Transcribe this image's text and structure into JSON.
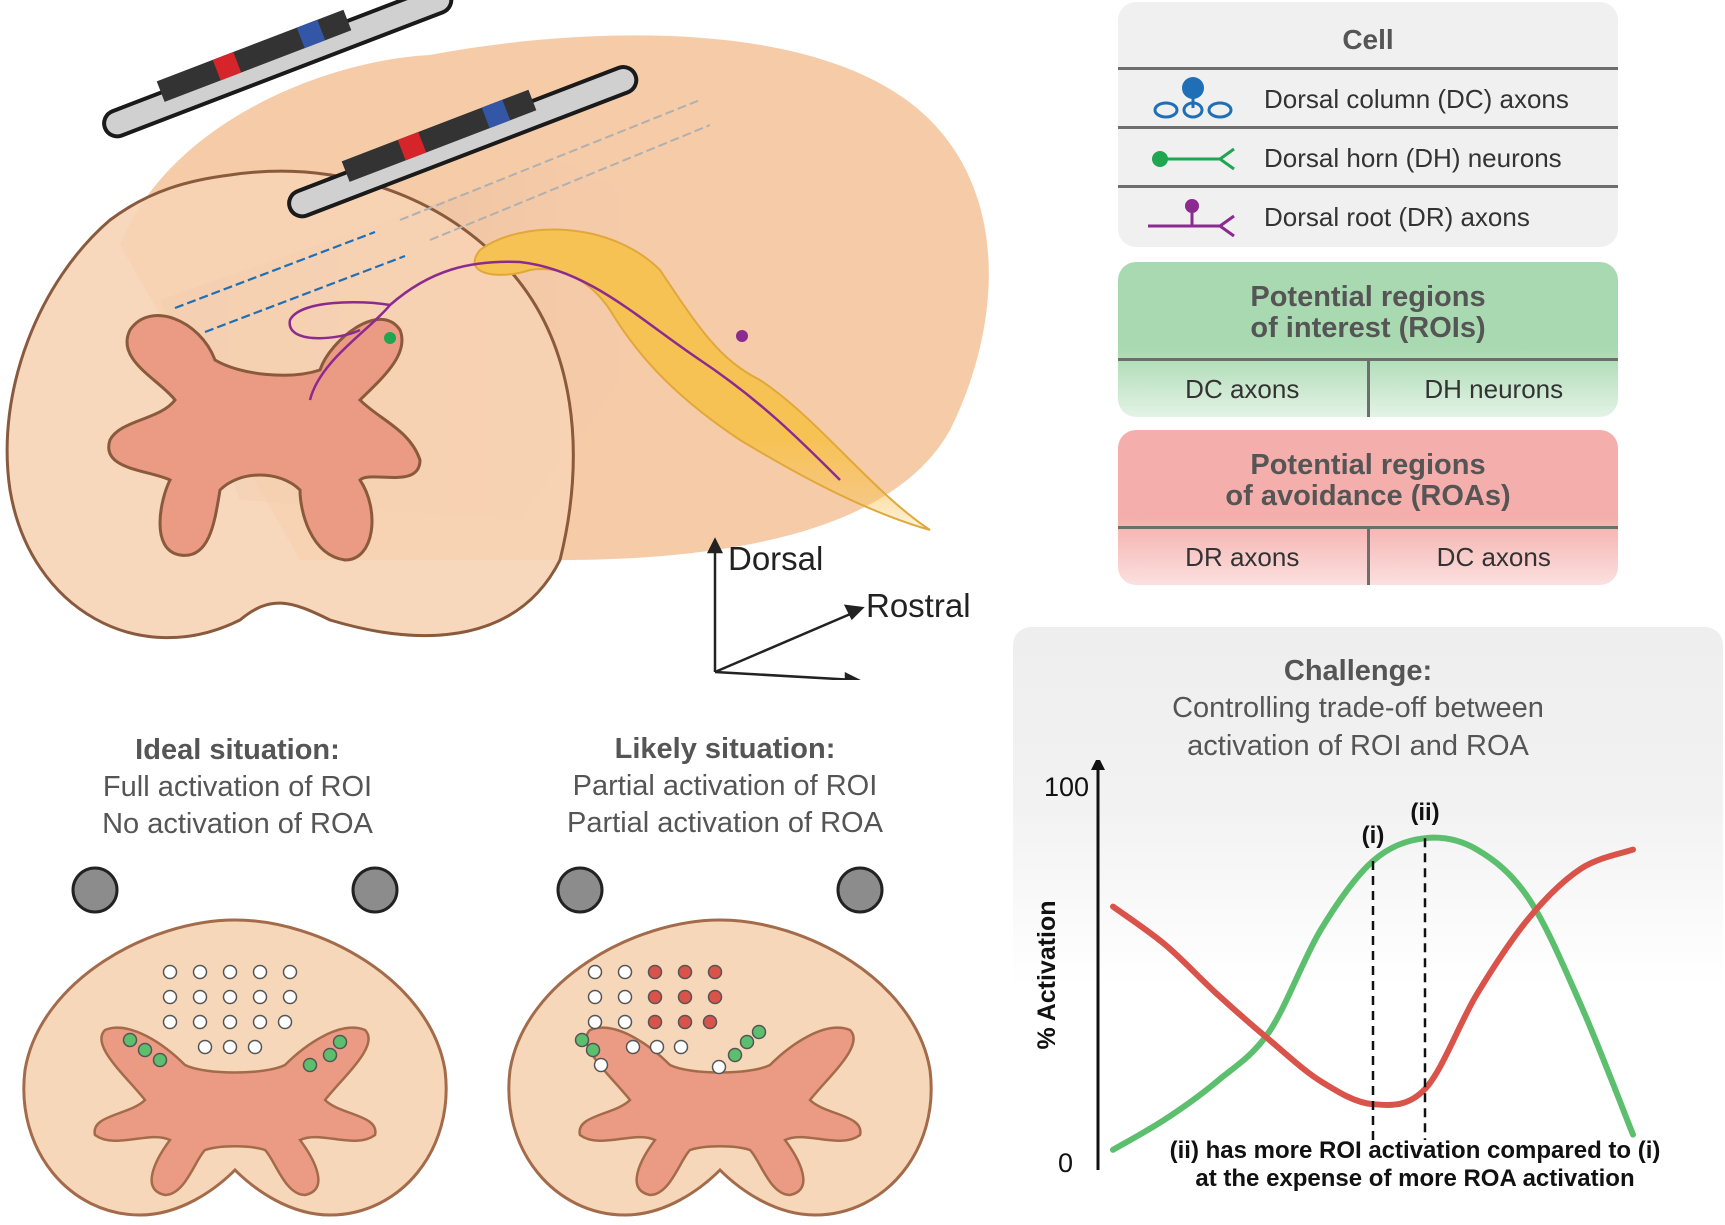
{
  "legend": {
    "title": "Cell",
    "items": [
      {
        "label": "Dorsal column (DC) axons",
        "icon": "dc-axon-icon",
        "color": "#1f6fb7"
      },
      {
        "label": "Dorsal horn (DH) neurons",
        "icon": "dh-neuron-icon",
        "color": "#1ea650"
      },
      {
        "label": "Dorsal root (DR) axons",
        "icon": "dr-axon-icon",
        "color": "#8b2a8f"
      }
    ]
  },
  "roi_box": {
    "title_line1": "Potential regions",
    "title_line2": "of interest (ROIs)",
    "cells": [
      "DC axons",
      "DH neurons"
    ]
  },
  "roa_box": {
    "title_line1": "Potential regions",
    "title_line2": "of avoidance (ROAs)",
    "cells": [
      "DR axons",
      "DC axons"
    ]
  },
  "axes": {
    "dorsal": "Dorsal",
    "rostral": "Rostral"
  },
  "ideal": {
    "title": "Ideal situation:",
    "line1": "Full activation of ROI",
    "line2": "No activation of ROA"
  },
  "likely": {
    "title": "Likely situation:",
    "line1": "Partial activation of ROI",
    "line2": "Partial activation of ROA"
  },
  "challenge": {
    "title": "Challenge:",
    "line1": "Controlling trade-off between",
    "line2": "activation of ROI and ROA",
    "caption_line1": "(ii) has more ROI activation compared to (i)",
    "caption_line2": "at the expense of more ROA activation"
  },
  "chart_data": {
    "type": "line",
    "ylabel": "% Activation",
    "ylim": [
      0,
      100
    ],
    "y_ticks": [
      "0",
      "100"
    ],
    "series": [
      {
        "color": "#5cbf6e",
        "x": [
          0,
          10,
          20,
          30,
          40,
          50,
          60,
          70,
          80,
          90,
          100
        ],
        "values": [
          4,
          12,
          22,
          35,
          62,
          80,
          86,
          83,
          70,
          42,
          8
        ]
      },
      {
        "color": "#d9534b",
        "x": [
          0,
          10,
          20,
          30,
          40,
          50,
          60,
          70,
          80,
          90,
          100
        ],
        "values": [
          68,
          58,
          45,
          33,
          22,
          16,
          20,
          45,
          65,
          78,
          83
        ]
      }
    ],
    "markers": [
      {
        "label": "(i)",
        "x": 50
      },
      {
        "label": "(ii)",
        "x": 60
      }
    ]
  },
  "colors": {
    "cord": "#f5c9a2",
    "cord_dark": "#8a5a3c",
    "gray_matter": "#eb9b83",
    "drg": "#f7c254",
    "roi": "#5cbf6e",
    "roa": "#d9534b"
  }
}
